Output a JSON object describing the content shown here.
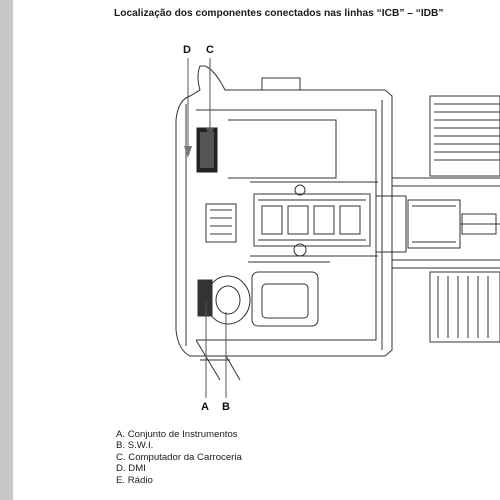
{
  "title": "Localização dos componentes conectados nas linhas “ICB” – “IDB”",
  "callouts": {
    "d": "D",
    "c": "C",
    "a": "A",
    "b": "B"
  },
  "legend": [
    "A. Conjunto de Instrumentos",
    "B. S.W.I.",
    "C. Computador da Carroceria",
    "D. DMI",
    "E. Rádio"
  ],
  "colors": {
    "side_strip": "#c7c7c7",
    "line": "#333333",
    "callout_arrow": "#555555"
  }
}
